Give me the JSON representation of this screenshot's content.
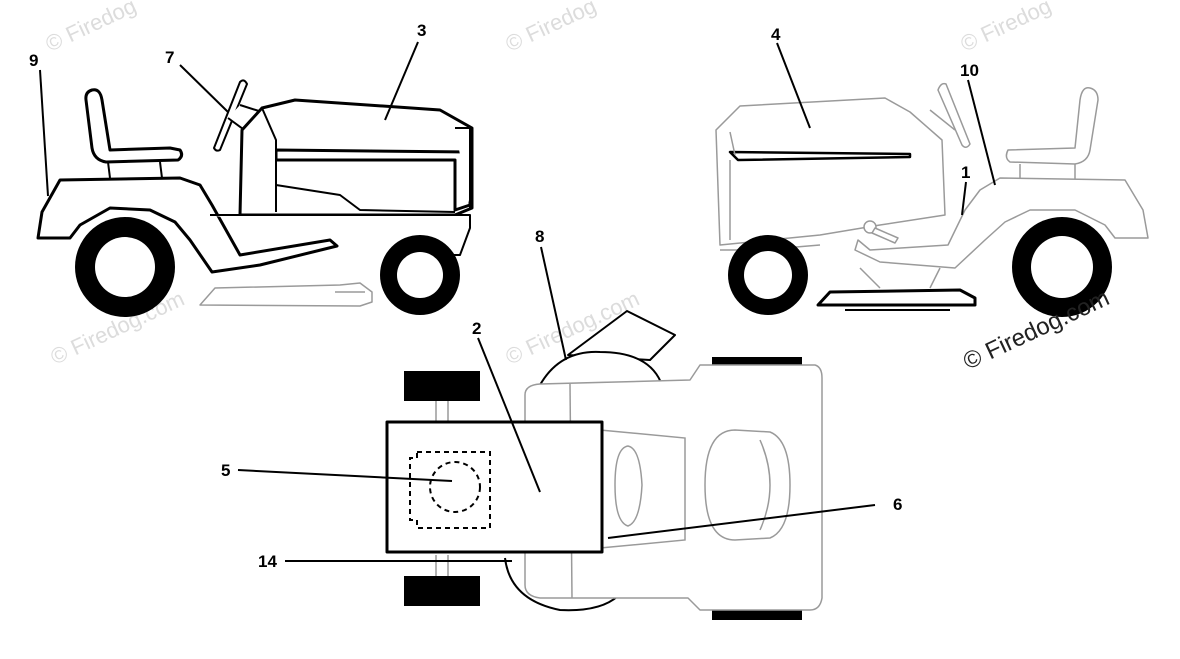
{
  "callouts": [
    {
      "id": "1",
      "label": "1"
    },
    {
      "id": "2",
      "label": "2"
    },
    {
      "id": "3",
      "label": "3"
    },
    {
      "id": "4",
      "label": "4"
    },
    {
      "id": "5",
      "label": "5"
    },
    {
      "id": "6",
      "label": "6"
    },
    {
      "id": "7",
      "label": "7"
    },
    {
      "id": "8",
      "label": "8"
    },
    {
      "id": "9",
      "label": "9"
    },
    {
      "id": "10",
      "label": "10"
    },
    {
      "id": "14",
      "label": "14"
    }
  ],
  "watermark": {
    "text": "© Firedog.com",
    "text_short": "© Firedog",
    "text_mid": "Firedog.com"
  },
  "colors": {
    "line": "#000000",
    "light_line": "#9a9a9a",
    "watermark": "#dcdcdc",
    "background": "#ffffff"
  }
}
